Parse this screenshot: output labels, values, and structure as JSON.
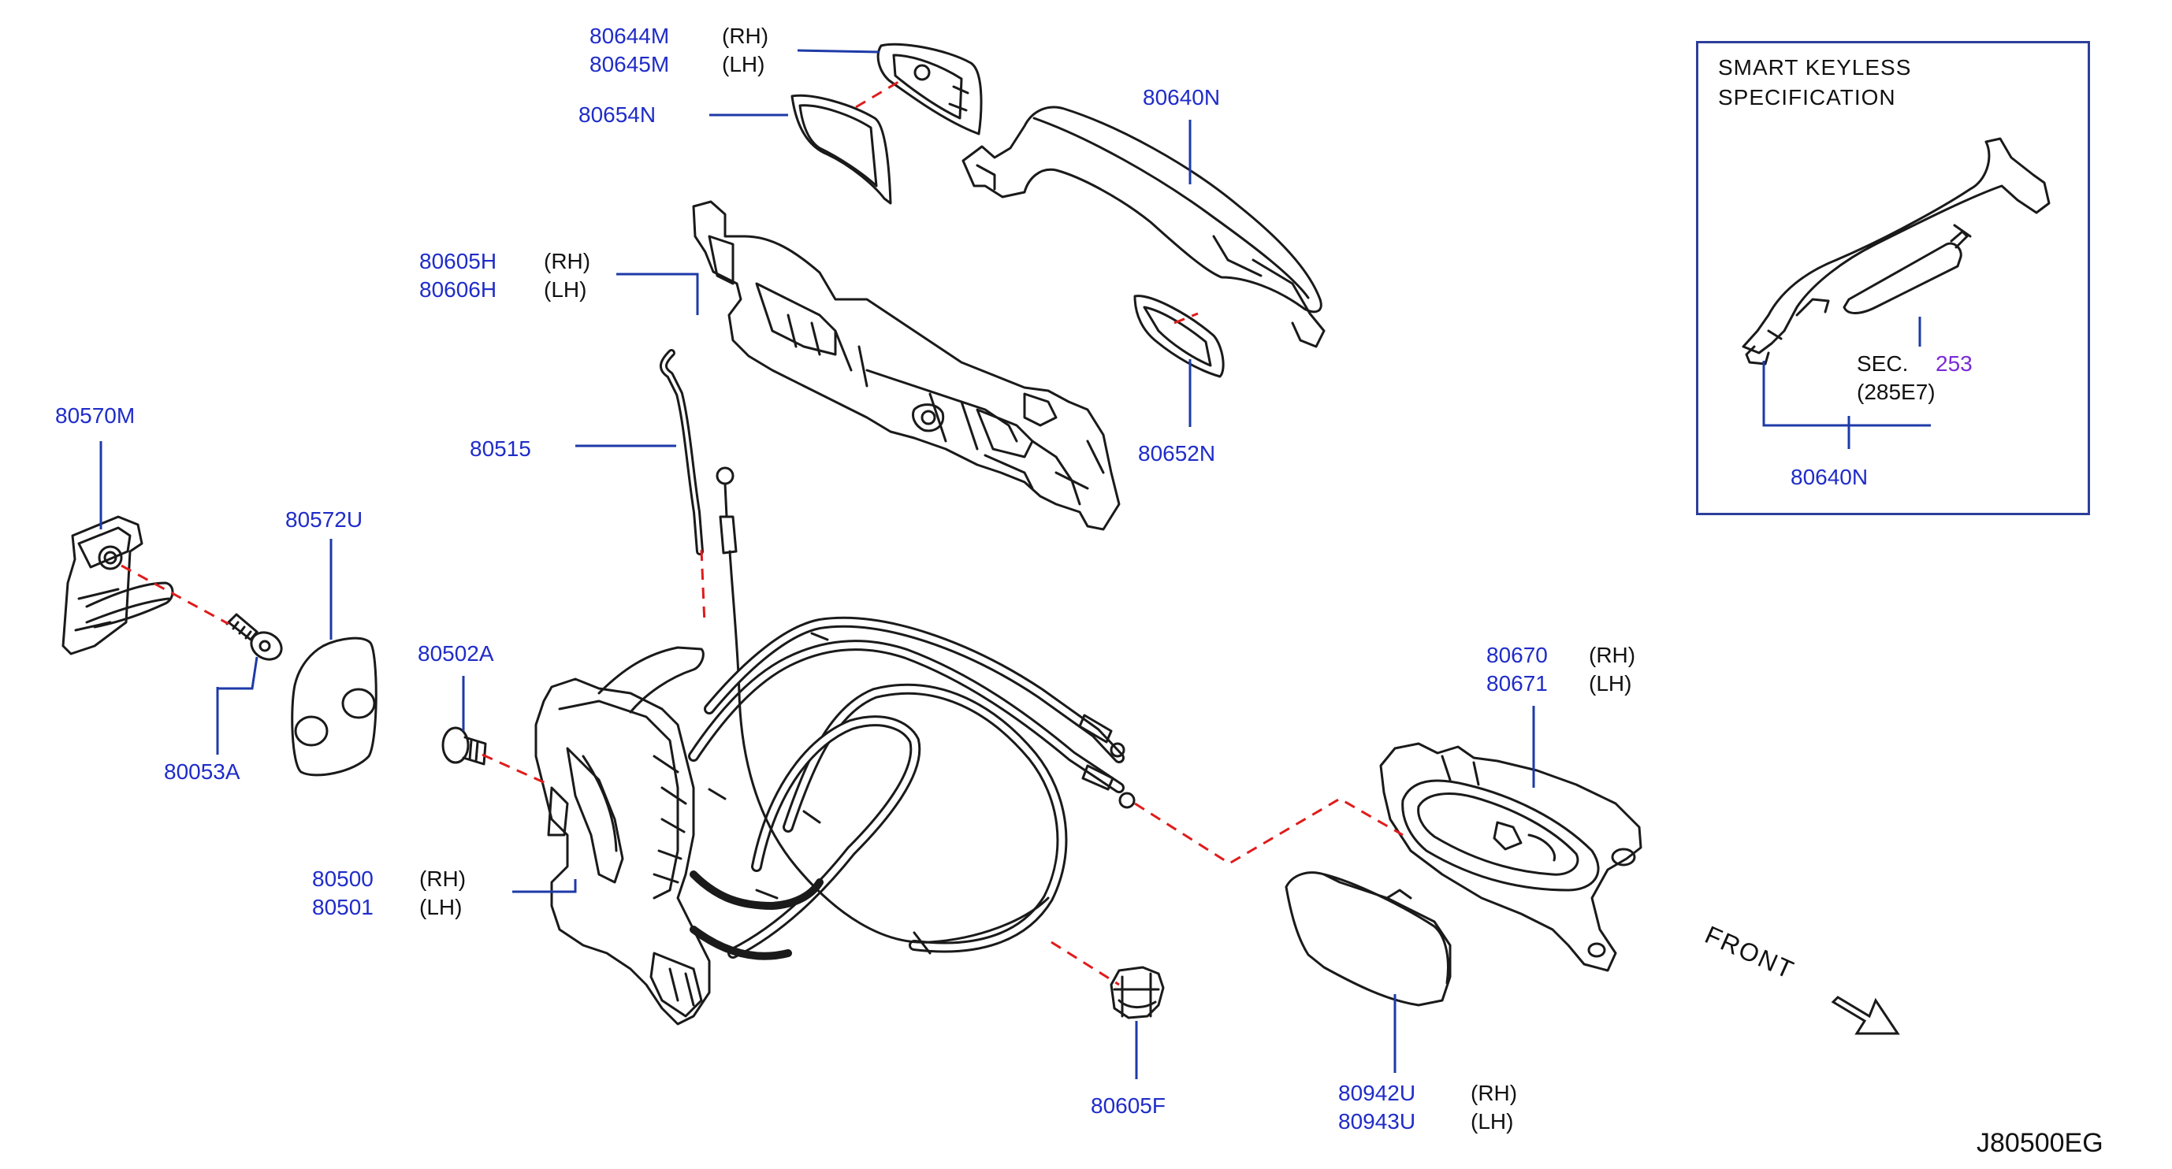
{
  "colors": {
    "part_number": "#1f2cc8",
    "side": "#111111",
    "leader": "#1e3aa8",
    "mating": "#e01b1b",
    "section_ref": "#7a2bd6",
    "drawing": "#1a1a1a"
  },
  "callouts": {
    "p80644M": "80644M",
    "p80644M_side": "(RH)",
    "p80645M": "80645M",
    "p80645M_side": "(LH)",
    "p80654N": "80654N",
    "p80640N": "80640N",
    "p80605H": "80605H",
    "p80605H_side": "(RH)",
    "p80606H": "80606H",
    "p80606H_side": "(LH)",
    "p80652N": "80652N",
    "p80570M": "80570M",
    "p80515": "80515",
    "p80572U": "80572U",
    "p80502A": "80502A",
    "p80053A": "80053A",
    "p80670": "80670",
    "p80670_side": "(RH)",
    "p80671": "80671",
    "p80671_side": "(LH)",
    "p80500": "80500",
    "p80500_side": "(RH)",
    "p80501": "80501",
    "p80501_side": "(LH)",
    "p80605F": "80605F",
    "p80942U": "80942U",
    "p80942U_side": "(RH)",
    "p80943U": "80943U",
    "p80943U_side": "(LH)"
  },
  "inset": {
    "title_line1": "SMART   KEYLESS",
    "title_line2": "SPECIFICATION",
    "sec_prefix": "SEC.",
    "sec_number": "253",
    "sec_sub": "(285E7)",
    "part": "80640N"
  },
  "direction": "FRONT",
  "drawing_code": "J80500EG",
  "icons": [
    "front-arrow-icon"
  ]
}
